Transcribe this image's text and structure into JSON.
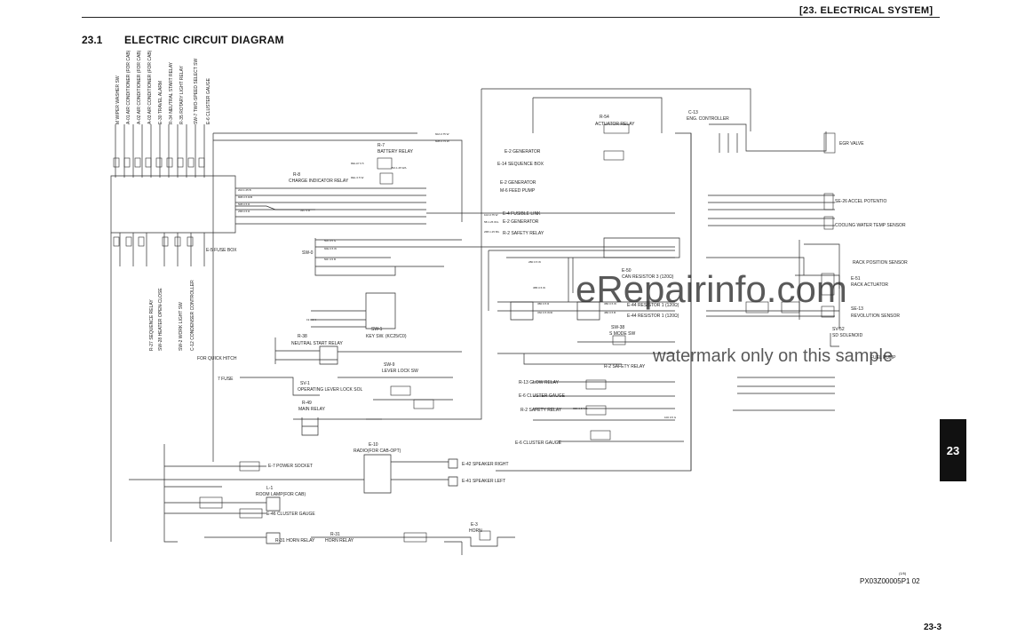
{
  "header": {
    "title": "[23.  ELECTRICAL SYSTEM]"
  },
  "section": {
    "number": "23.1",
    "title": "ELECTRIC CIRCUIT DIAGRAM"
  },
  "tab": "23",
  "doc_id": "PX03Z00005P1  02",
  "doc_id_sup": "(1/6)",
  "page_number": "23-3",
  "watermark": {
    "line1": "eRepairinfo.com",
    "line2": "watermark only on this sample"
  },
  "top_labels": [
    "M WIPER WASHER SW",
    "A-01 AIR CONDITIONER (FOR CAB)",
    "A-02 AIR CONDITIONER (FOR CAB)",
    "A-03 AIR CONDITIONER (FOR CAB)",
    "E-30 TRAVEL ALARM",
    "R-34 NEUTRAL START RELAY",
    "R-35 ROTARY LIGHT RELAY",
    "SW-7 TWO-SPEED SELECT SW",
    "E-6 CLUSTER GAUGE"
  ],
  "left_vert_labels": [
    "R-27 SEQUENCE RELAY",
    "SW-28 HEATER OPEN-CLOSE",
    "SW-2 WORK LIGHT SW",
    "C-12 CONDENSER CONTROLLER"
  ],
  "components": {
    "fuse_box": "E-5 FUSE BOX",
    "battery_relay_id": "R-7",
    "battery_relay": "BATTERY RELAY",
    "charge_relay_id": "R-8",
    "charge_relay": "CHARGE INDICATOR RELAY",
    "generator_e2": "E-2 GENERATOR",
    "sequence_box": "E-14 SEQUENCE BOX",
    "generator_e2b": "E-2 GENERATOR",
    "feed_pump": "M-6 FEED PUMP",
    "fusible_link": "E-4 FUSIBLE LINK",
    "generator_e2c": "E-2 GENERATOR",
    "safety_relay": "R-2 SAFETY RELAY",
    "actuator_relay_id": "R-54",
    "actuator_relay": "ACTUATOR RELAY",
    "eng_ctrl_id": "C-13",
    "eng_ctrl": "ENG. CONTROLLER",
    "egr_valve": "EGR VALVE",
    "accel_potentio": "SE-26 ACCEL POTENTIO",
    "water_temp": "COOLING WATER TEMP SENSOR",
    "rack_sensor": "RACK POSITION SENSOR",
    "rack_actuator_id": "E-51",
    "rack_actuator": "RACK ACTUATOR",
    "revolution_sensor_id": "SE-13",
    "revolution_sensor": "REVOLUTION SENSOR",
    "sd_solenoid_id": "SV-52",
    "sd_solenoid": "SD SOLENOID",
    "fuel_pump": "FUEL PUMP",
    "can_resistor_id": "E-50",
    "can_resistor": "CAN RESISTOR 3 (120Ω)",
    "resistor_a": "E-44 RESISTOR 1 (120Ω)",
    "resistor_b": "E-44 RESISTOR 1 (120Ω)",
    "key_sw_id": "SW-1",
    "key_sw": "KEY SW. (KC25/C0)",
    "sw_0": "SW-0",
    "neutral_start_id": "R-38",
    "neutral_start": "NEUTRAL START RELAY",
    "quick_hitch": "FOR QUICK HITCH",
    "s_mode_id": "SW-38",
    "s_mode": "S MODE SW",
    "safety_relay2": "R-2 SAFETY RELAY",
    "lever_lock_id": "SW-9",
    "lever_lock": "LEVER LOCK SW",
    "fuse7": "7 FUSE",
    "op_lever_id": "SV-1",
    "op_lever": "OPERATING LEVER LOCK SOL",
    "glow_relay": "R-13  GLOW RELAY",
    "cluster_gauge1": "E-6  CLUSTER GAUGE",
    "safety_relay3": "R-2  SAFETY RELAY",
    "main_relay_id": "R-49",
    "main_relay": "MAIN RELAY",
    "cluster_gauge2": "E-6  CLUSTER GAUGE",
    "radio_id": "E-10",
    "radio": "RADIO(FOR CAB-OPT)",
    "speaker_r": "E-42  SPEAKER RIGHT",
    "speaker_l": "E-41  SPEAKER LEFT",
    "power_socket": "E-7  POWER SOCKET",
    "room_lamp_id": "L-1",
    "room_lamp": "ROOM LAMP(FOR CAB)",
    "cluster_gauge3": "E-46  CLUSTER GAUGE",
    "horn_relay_id": "R-31",
    "horn_relay": "HORN RELAY",
    "horn_relay2": "R-31  HORN RELAY",
    "horn_id": "E-3",
    "horn": "HORN"
  },
  "wire_codes": [
    "60A 0.75 W",
    "60B 0.75 W",
    "RELAY 0.5",
    "75A 1.25 W/L",
    "REL 0.5 W",
    "20A 1.25 B",
    "80B 0.5 R/B",
    "50B 0.5 R",
    "25B 0.5 R",
    "31C 3 R",
    "10A 0.75 W",
    "5B 1.25 W/L",
    "26B 1.25 B/L",
    "500 0.5 G",
    "60E 0.5 W",
    "50F 0.5 B",
    "3B5 0.5 W",
    "3B0 0.5 R",
    "3S0 0.5 W/R",
    "3B0 0.5 W",
    "4B0 0.5 B",
    "30D 0.5 Y/G",
    "19 0.5 V",
    "2B0 0.5 W",
    "100 0.5 G"
  ],
  "colors": {
    "line": "#2a2a2a",
    "tab_bg": "#111111",
    "watermark": "#c9c9c9"
  }
}
